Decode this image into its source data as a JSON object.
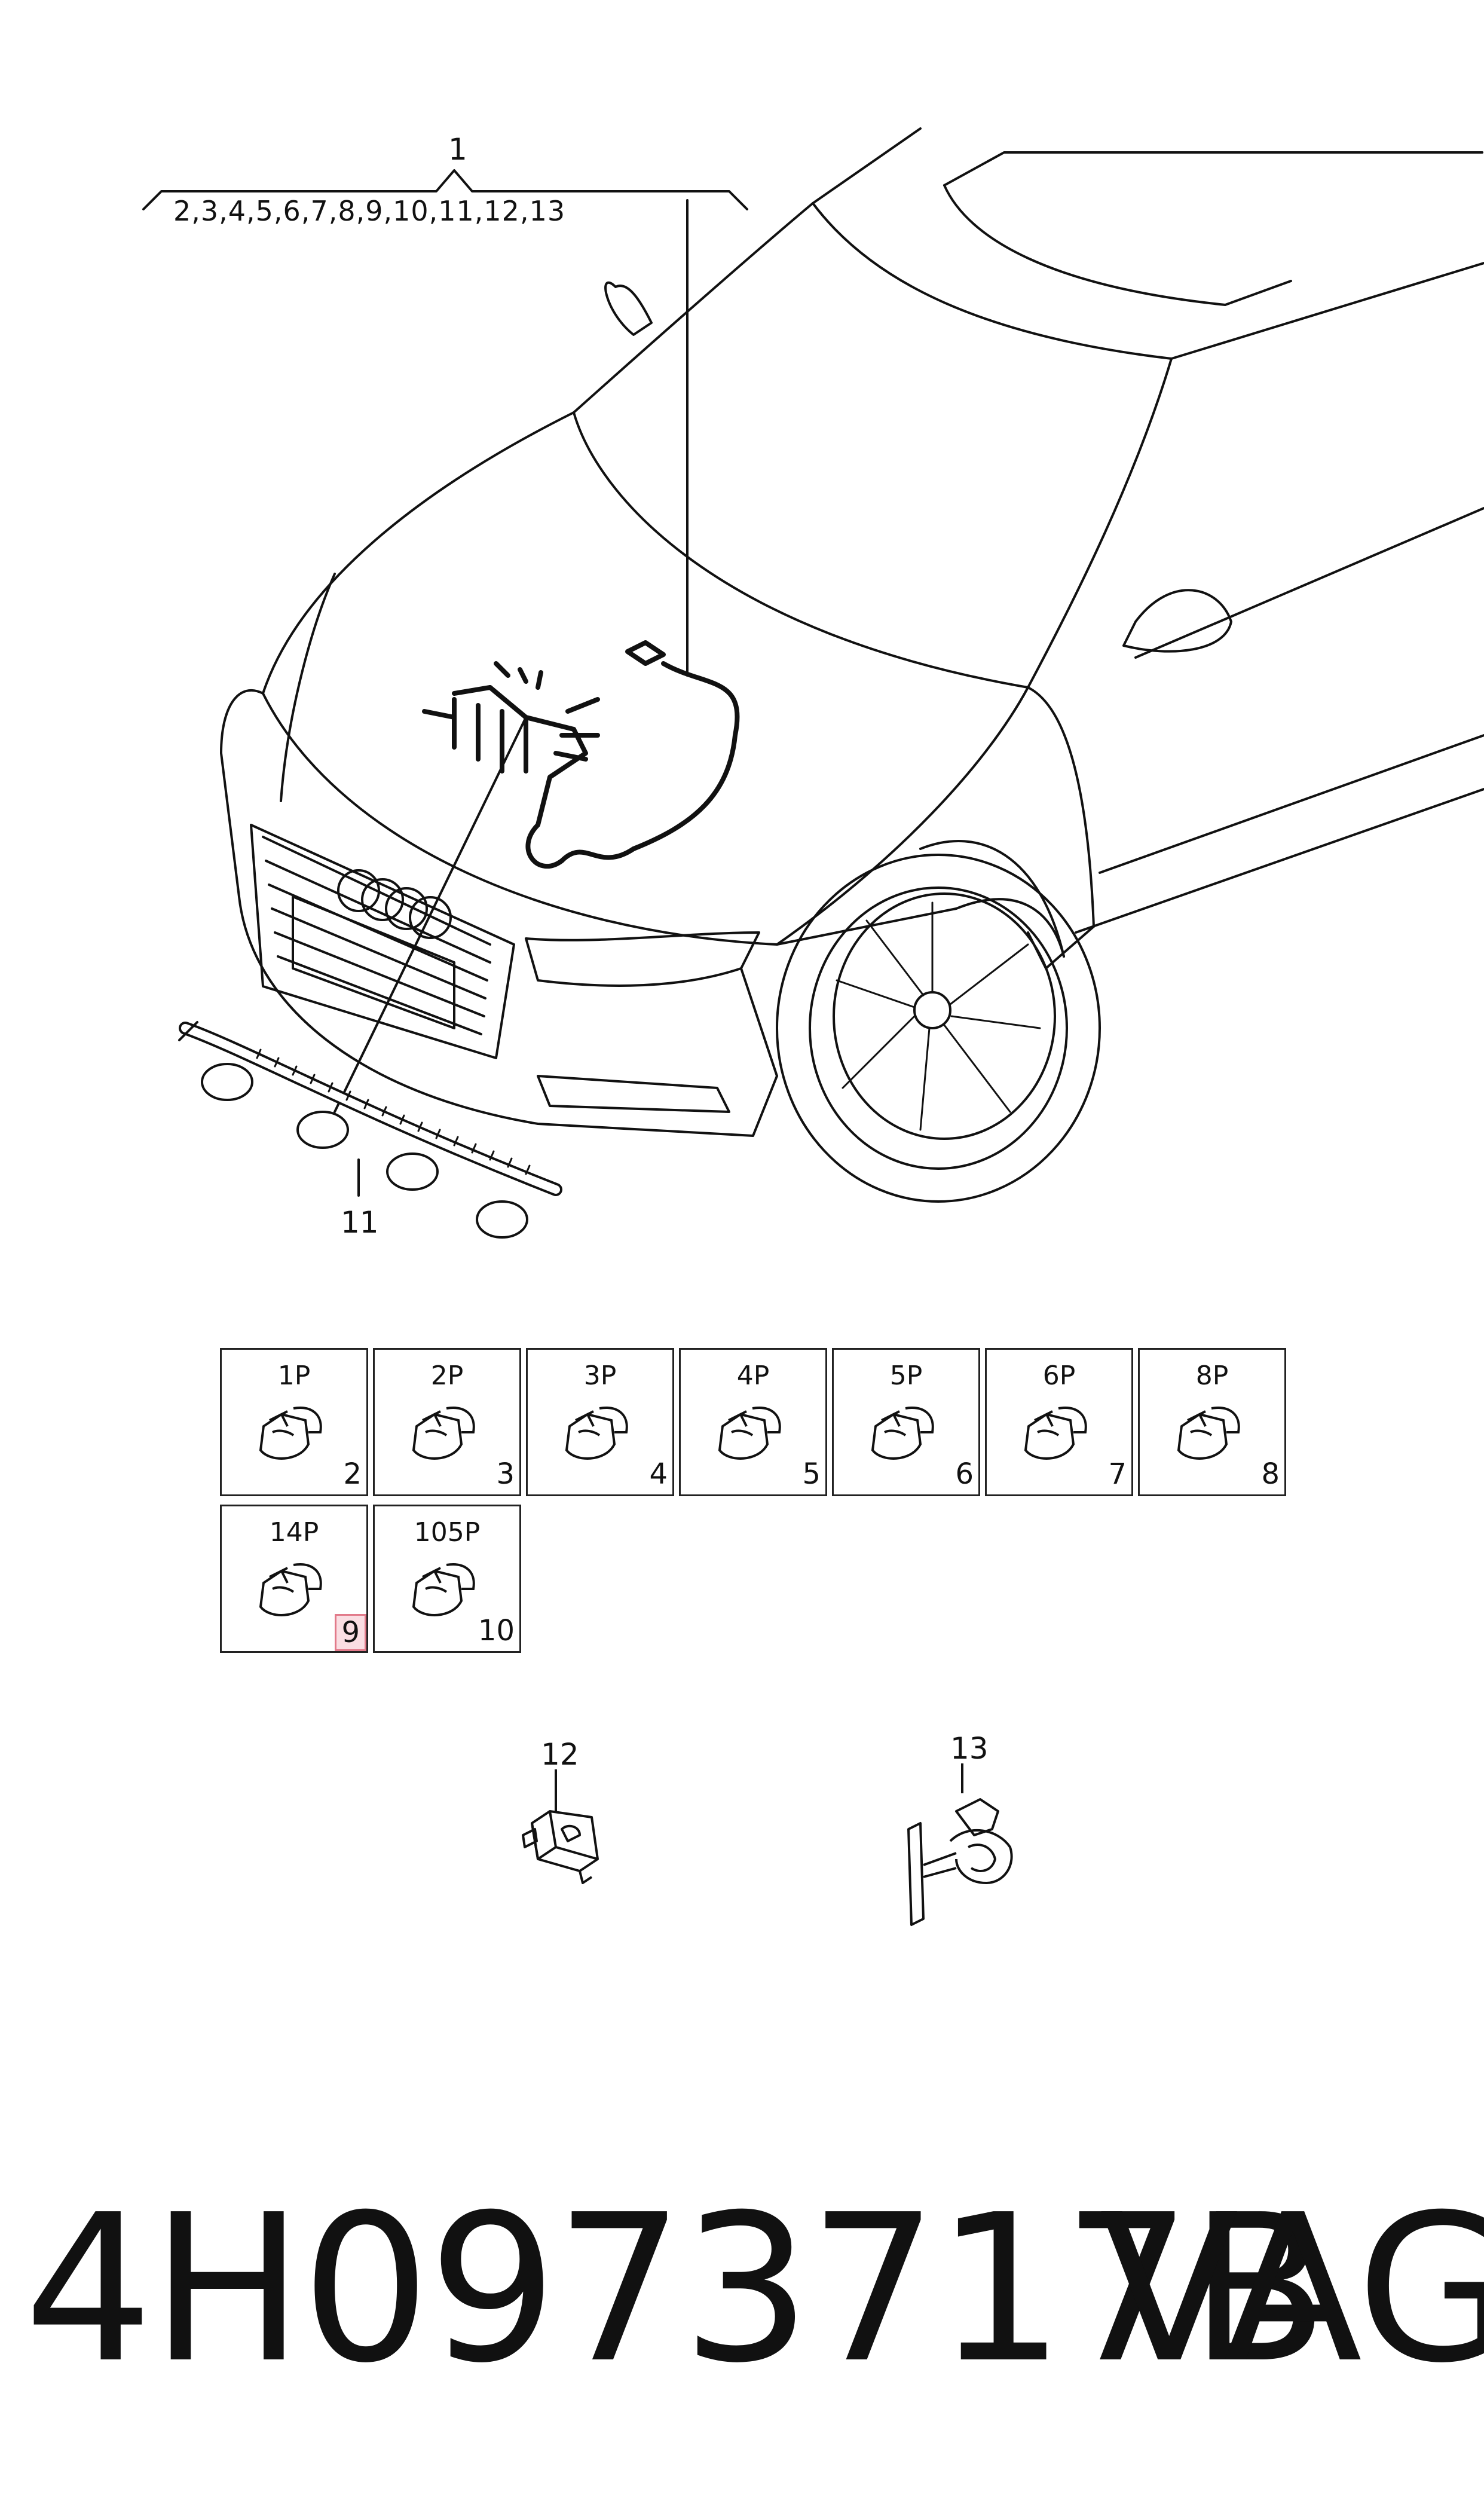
{
  "callouts": {
    "main": "1",
    "list": "2,3,4,5,6,7,8,9,10,11,12,13",
    "harness": "11",
    "clip": "12",
    "holder": "13"
  },
  "connectors": [
    {
      "pins": "1P",
      "ref": "2"
    },
    {
      "pins": "2P",
      "ref": "3"
    },
    {
      "pins": "3P",
      "ref": "4"
    },
    {
      "pins": "4P",
      "ref": "5"
    },
    {
      "pins": "5P",
      "ref": "6"
    },
    {
      "pins": "6P",
      "ref": "7"
    },
    {
      "pins": "8P",
      "ref": "8"
    },
    {
      "pins": "14P",
      "ref": "9",
      "highlighted": true
    },
    {
      "pins": "105P",
      "ref": "10"
    }
  ],
  "footer": {
    "part_number": "4H0973717B",
    "brand": "VAG"
  },
  "colors": {
    "line": "#111111",
    "highlight_border": "#e27a8a",
    "highlight_fill": "#f6c9d0"
  }
}
